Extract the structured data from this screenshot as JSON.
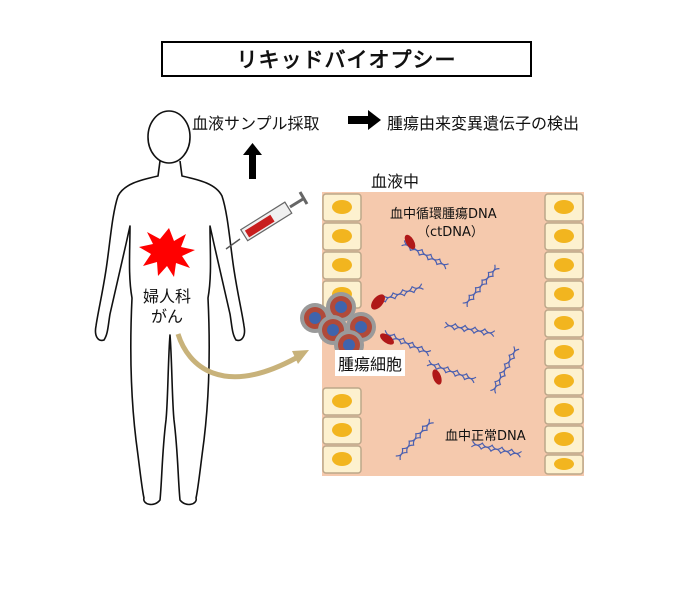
{
  "title": "リキッドバイオプシー",
  "flow": {
    "sample": "血液サンプル採取",
    "detection": "腫瘍由来変異遺伝子の検出"
  },
  "cancer_label_line1": "婦人科",
  "cancer_label_line2": "がん",
  "blood_label": "血液中",
  "ctdna_label_line1": "血中循環腫瘍DNA",
  "ctdna_label_line2": "（ctDNA）",
  "tumor_cells_label": "腫瘍細胞",
  "normal_dna_label": "血中正常DNA",
  "colors": {
    "vessel_bg": "#f5c9ad",
    "cell_fill": "#fdf1cf",
    "nucleus": "#f2b51f",
    "burst": "#ff0000",
    "tumor_outer": "#b04a3a",
    "tumor_inner": "#3f64ad",
    "dna": "#4a5fb0",
    "ctdna_marker": "#b01818"
  }
}
